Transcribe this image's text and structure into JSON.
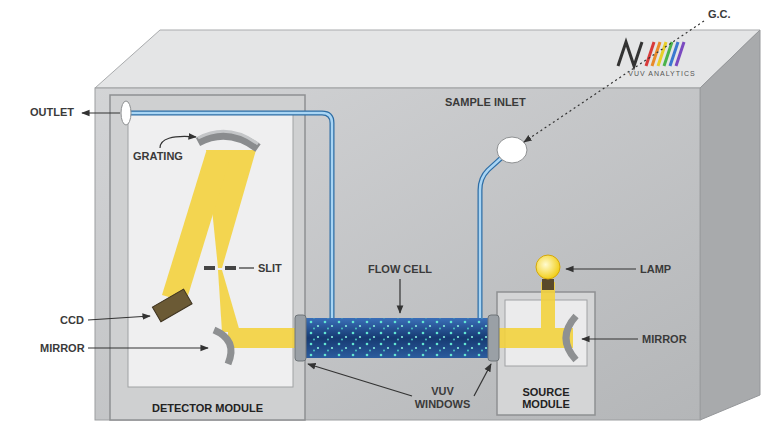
{
  "diagram": {
    "nodes": [
      {
        "text": [
          "VUV ANALYTICS"
        ]
      },
      {
        "text": [
          "DETECTOR MODULE"
        ],
        "in": 0
      },
      {
        "text": [
          "SOURCE MODULE"
        ],
        "in": 0
      }
    ],
    "labels": [
      "G.C.",
      "OUTLET",
      "SAMPLE INLET",
      "GRATING",
      "SLIT",
      "FLOW CELL",
      "LAMP",
      "CCD",
      "MIRROR",
      "MIRROR",
      "VUV WINDOWS"
    ]
  }
}
